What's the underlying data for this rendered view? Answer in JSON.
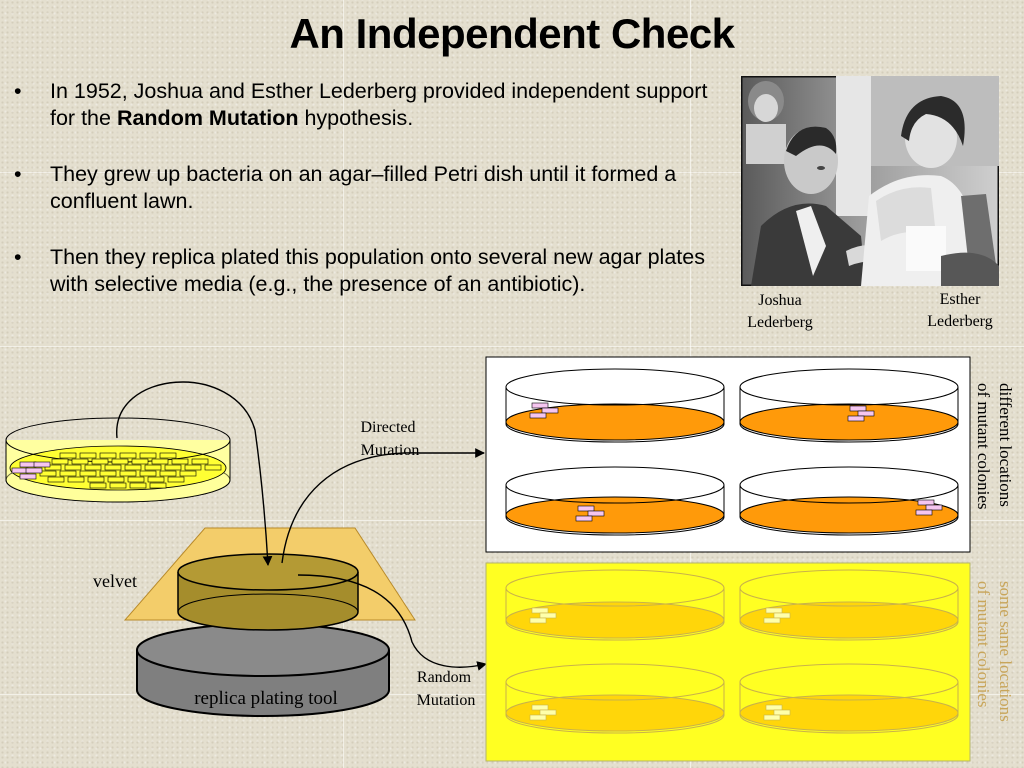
{
  "slide": {
    "title": "An Independent Check",
    "bullets": [
      {
        "marker": "•",
        "before": "In 1952, Joshua and Esther Lederberg provided independent support for the ",
        "bold": "Random Mutation",
        "after": " hypothesis."
      },
      {
        "marker": "•",
        "before": "They grew up bacteria on an agar–filled Petri dish until it formed a confluent lawn.",
        "bold": "",
        "after": ""
      },
      {
        "marker": "•",
        "before": "Then they replica plated this population onto several new agar plates with selective media (e.g., the presence of an antibiotic).",
        "bold": "",
        "after": ""
      }
    ]
  },
  "photo": {
    "captions": [
      {
        "line1": "Joshua",
        "line2": "Lederberg"
      },
      {
        "line1": "Esther",
        "line2": "Lederberg"
      }
    ]
  },
  "diagram": {
    "velvet_label": "velvet",
    "tool_label": "replica plating tool",
    "directed_label": [
      "Directed",
      "Mutation"
    ],
    "random_label": [
      "Random",
      "Mutation"
    ],
    "directed_side_label": [
      "different locations",
      "of mutant colonies"
    ],
    "random_side_label": [
      "some same locations",
      "of mutant colonies"
    ]
  },
  "colors": {
    "orange_media": "#ff9a0a",
    "yellow_panel": "#ffff22",
    "yellow_media": "#ffd60a",
    "lawn_yellow": "#ffff33",
    "mutant_pink": "#f6c6f0",
    "velvet": "#f3cd6a",
    "tool_gray": "#7f7f7f",
    "muted_text": "#c8a55a"
  }
}
